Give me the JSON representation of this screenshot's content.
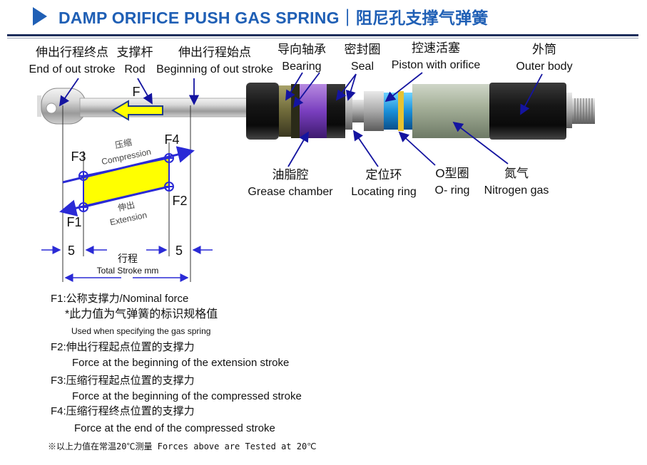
{
  "header": {
    "title": "DAMP ORIFICE PUSH GAS SPRING｜阻尼孔支撑气弹簧",
    "accent_color": "#1f5fb5"
  },
  "top_labels": [
    {
      "zh": "伸出行程终点",
      "en": "End of out stroke"
    },
    {
      "zh": "支撑杆",
      "en": "Rod"
    },
    {
      "zh": "伸出行程始点",
      "en": "Beginning of out stroke"
    },
    {
      "zh": "导向轴承",
      "en": "Bearing"
    },
    {
      "zh": "密封圈",
      "en": "Seal"
    },
    {
      "zh": "控速活塞",
      "en": "Piston with orifice"
    },
    {
      "zh": "外筒",
      "en": "Outer body"
    }
  ],
  "bottom_labels": [
    {
      "zh": "油脂腔",
      "en": "Grease chamber"
    },
    {
      "zh": "定位环",
      "en": "Locating ring"
    },
    {
      "zh": "O型圈",
      "en": "O- ring"
    },
    {
      "zh": "氮气",
      "en": "Nitrogen gas"
    }
  ],
  "force_diagram": {
    "force_arrow_label": "F",
    "points": [
      "F1",
      "F2",
      "F3",
      "F4"
    ],
    "compression_zh": "压缩",
    "compression_en": "Compression",
    "extension_zh": "伸出",
    "extension_en": "Extension",
    "margin_left": "5",
    "margin_right": "5",
    "stroke_zh": "行程",
    "stroke_en": "Total Stroke mm",
    "fill_color": "#ffff00",
    "line_color": "#2a2ad6"
  },
  "notes": {
    "f1": "F1:公称支撑力/Nominal force",
    "f1_sub_zh": "*此力值为气弹簧的标识规格值",
    "f1_sub_en": "Used when specifying the gas spring",
    "f2": "F2:伸出行程起点位置的支撑力",
    "f2_en": "Force at the beginning of the extension stroke",
    "f3": "F3:压缩行程起点位置的支撑力",
    "f3_en": "Force at the beginning of the compressed stroke",
    "f4": "F4:压缩行程终点位置的支撑力",
    "f4_en": "Force at the end of the compressed stroke",
    "footer": "※以上力值在常温20℃测量 Forces above are Tested at 20℃"
  }
}
